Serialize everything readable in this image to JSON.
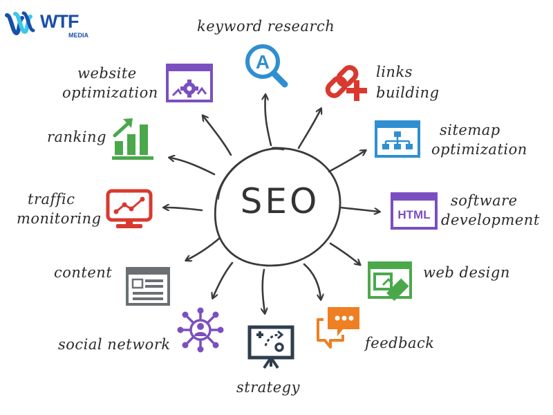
{
  "logo": {
    "word": "WTF",
    "sub": "MEDIA"
  },
  "center": {
    "label": "SEO"
  },
  "nodes": {
    "keyword_research": "keyword research",
    "links_building": [
      "links",
      "building"
    ],
    "sitemap_optimization": [
      "sitemap",
      "optimization"
    ],
    "software_development": [
      "software",
      "development"
    ],
    "web_design": "web design",
    "feedback": "feedback",
    "strategy": "strategy",
    "social_network": "social network",
    "content": "content",
    "traffic_monitoring": [
      "traffic",
      "monitoring"
    ],
    "ranking": "ranking",
    "website_optimization": [
      "website",
      "optimization"
    ]
  },
  "icons": {
    "keyword_research": "magnifier-letter-a-icon",
    "links_building": "chain-link-plus-icon",
    "sitemap_optimization": "sitemap-window-icon",
    "software_development": "html-window-icon",
    "web_design": "design-window-pen-icon",
    "feedback": "chat-bubbles-icon",
    "strategy": "strategy-board-icon",
    "social_network": "network-people-icon",
    "content": "content-window-icon",
    "traffic_monitoring": "monitor-chart-icon",
    "ranking": "bar-chart-arrow-icon",
    "website_optimization": "window-gear-icon"
  },
  "colors": {
    "blue": "#2f8fd0",
    "red": "#d9392f",
    "purple": "#7b4fbf",
    "green": "#4aa84a",
    "orange": "#ee7f22",
    "dark": "#2f3e4e",
    "gray": "#6a6f73",
    "ink": "#3a3a3a",
    "logo": "#1a4fa8"
  }
}
